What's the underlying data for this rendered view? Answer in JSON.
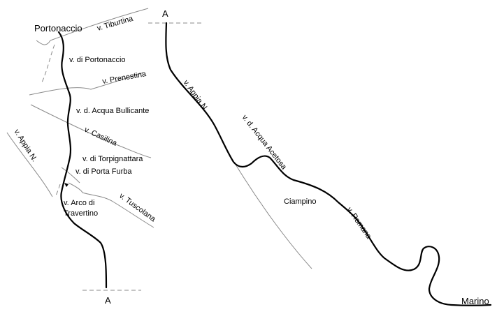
{
  "colors": {
    "route": "#000000",
    "streets": "#8a8a8a",
    "background": "#ffffff"
  },
  "left_panel": {
    "start": "Portonaccio",
    "end": "A",
    "labels": {
      "tiburtina": "v. Tiburtina",
      "portonaccio": "v. di Portonaccio",
      "prenestina": "v. Prenestina",
      "acqua_bullicante": "v. d. Acqua Bullicante",
      "casilina": "v. Casilina",
      "appia": "v. Appia N.",
      "torpignattara": "v. di Torpignattara",
      "porta_furba": "v. di Porta Furba",
      "tuscolana": "v. Tuscolana",
      "arco_line1": "v. Arco di",
      "arco_line2": "Travertino"
    }
  },
  "right_panel": {
    "start": "A",
    "end": "Marino",
    "labels": {
      "appia": "v. Appia N.",
      "acqua_acetosa": "v. d. Acqua Acetosa",
      "ciampino": "Ciampino",
      "romana": "v. Romana"
    }
  }
}
